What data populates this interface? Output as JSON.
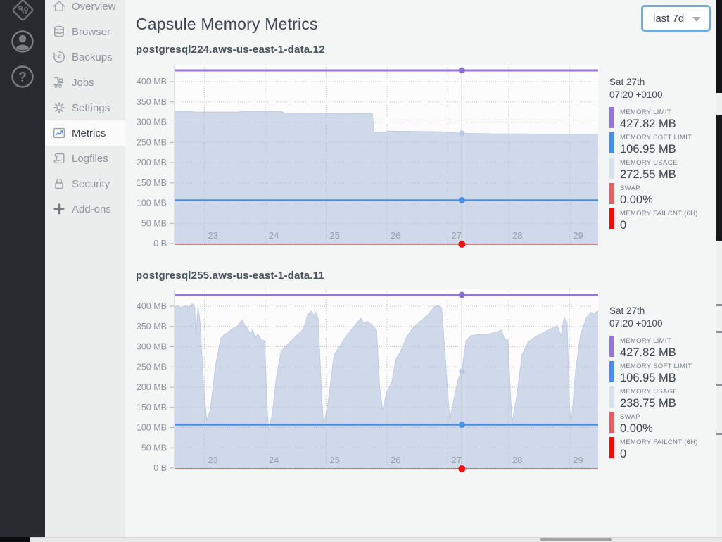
{
  "colors": {
    "rail_bg": "#272b30",
    "sidebar_bg": "#ebedec",
    "sidebar_active_bg": "#fbfbfb",
    "content_bg": "#f4f6f5",
    "limit_purple": "#9579d2",
    "soft_limit_blue": "#4a90e2",
    "usage_fill": "#cfd9ea",
    "swap_red": "#d96262",
    "failcnt_red": "#f20d0d",
    "dropdown_border": "#72add8"
  },
  "rail": {
    "icons": [
      {
        "name": "logo"
      },
      {
        "name": "account"
      },
      {
        "name": "help"
      }
    ]
  },
  "sidebar": {
    "items": [
      {
        "label": "Overview",
        "icon": "home",
        "active": false
      },
      {
        "label": "Browser",
        "icon": "database",
        "active": false
      },
      {
        "label": "Backups",
        "icon": "history",
        "active": false
      },
      {
        "label": "Jobs",
        "icon": "forklift",
        "active": false
      },
      {
        "label": "Settings",
        "icon": "gear",
        "active": false
      },
      {
        "label": "Metrics",
        "icon": "line-chart",
        "active": true
      },
      {
        "label": "Logfiles",
        "icon": "scroll",
        "active": false
      },
      {
        "label": "Security",
        "icon": "lock",
        "active": false
      },
      {
        "label": "Add-ons",
        "icon": "plus",
        "active": false
      }
    ]
  },
  "header": {
    "title": "Capsule Memory Metrics"
  },
  "time_range_select": {
    "value": "last 7d"
  },
  "tooltip": {
    "date": "Sat 27th",
    "time": "07:20 +0100"
  },
  "charts": [
    {
      "title": "postgresql224.aws-us-east-1-data.12",
      "legend": [
        {
          "label": "MEMORY LIMIT",
          "value": "427.82 MB",
          "color": "#9579d2"
        },
        {
          "label": "MEMORY SOFT LIMIT",
          "value": "106.95 MB",
          "color": "#4a90e2"
        },
        {
          "label": "MEMORY USAGE",
          "value": "272.55 MB",
          "color": "#d9e1ef"
        },
        {
          "label": "SWAP",
          "value": "0.00%",
          "color": "#d96262"
        },
        {
          "label": "MEMORY FAILCNT (6H)",
          "value": "0",
          "color": "#f20d0d"
        }
      ]
    },
    {
      "title": "postgresql255.aws-us-east-1-data.11",
      "legend": [
        {
          "label": "MEMORY LIMIT",
          "value": "427.82 MB",
          "color": "#9579d2"
        },
        {
          "label": "MEMORY SOFT LIMIT",
          "value": "106.95 MB",
          "color": "#4a90e2"
        },
        {
          "label": "MEMORY USAGE",
          "value": "238.75 MB",
          "color": "#d9e1ef"
        },
        {
          "label": "SWAP",
          "value": "0.00%",
          "color": "#d96262"
        },
        {
          "label": "MEMORY FAILCNT (6H)",
          "value": "0",
          "color": "#f20d0d"
        }
      ]
    }
  ],
  "chart_data": [
    {
      "type": "area",
      "title": "postgresql224.aws-us-east-1-data.12",
      "x_range": [
        22.51,
        29.47
      ],
      "x_ticks": [
        23,
        24,
        25,
        26,
        27,
        28,
        29
      ],
      "y_tick_values": [
        0,
        50,
        100,
        150,
        200,
        250,
        300,
        350,
        400
      ],
      "y_tick_labels": [
        "0 B",
        "50 MB",
        "100 MB",
        "150 MB",
        "200 MB",
        "250 MB",
        "300 MB",
        "350 MB",
        "400 MB"
      ],
      "ylim": [
        0,
        445
      ],
      "lines": {
        "memory_limit": 427.82,
        "memory_soft_limit": 106.95,
        "swap": 0
      },
      "cursor": {
        "day": 27.23,
        "usage": 272.55,
        "limit": 427.82,
        "soft": 106.95,
        "swap": 0
      },
      "usage_points": [
        [
          22.51,
          327
        ],
        [
          22.8,
          327
        ],
        [
          22.83,
          325
        ],
        [
          23.55,
          325
        ],
        [
          23.58,
          326
        ],
        [
          24.28,
          326
        ],
        [
          24.32,
          322
        ],
        [
          25.05,
          322
        ],
        [
          25.4,
          321
        ],
        [
          25.76,
          321
        ],
        [
          25.79,
          275
        ],
        [
          25.98,
          275
        ],
        [
          26.02,
          278
        ],
        [
          26.55,
          277
        ],
        [
          26.9,
          276
        ],
        [
          27.1,
          274
        ],
        [
          27.23,
          272.55
        ],
        [
          27.45,
          272
        ],
        [
          27.8,
          271
        ],
        [
          28.3,
          271
        ],
        [
          28.35,
          270
        ],
        [
          29.47,
          270
        ]
      ]
    },
    {
      "type": "area",
      "title": "postgresql255.aws-us-east-1-data.11",
      "x_range": [
        22.51,
        29.47
      ],
      "x_ticks": [
        23,
        24,
        25,
        26,
        27,
        28,
        29
      ],
      "y_tick_values": [
        0,
        50,
        100,
        150,
        200,
        250,
        300,
        350,
        400
      ],
      "y_tick_labels": [
        "0 B",
        "50 MB",
        "100 MB",
        "150 MB",
        "200 MB",
        "250 MB",
        "300 MB",
        "350 MB",
        "400 MB"
      ],
      "ylim": [
        0,
        445
      ],
      "lines": {
        "memory_limit": 427.82,
        "memory_soft_limit": 106.95,
        "swap": 0
      },
      "cursor": {
        "day": 27.23,
        "usage": 238.75,
        "limit": 427.82,
        "soft": 106.95,
        "swap": 0
      },
      "usage_points": [
        [
          22.51,
          398
        ],
        [
          22.56,
          402
        ],
        [
          22.62,
          396
        ],
        [
          22.68,
          401
        ],
        [
          22.74,
          398
        ],
        [
          22.8,
          406
        ],
        [
          22.84,
          399
        ],
        [
          22.865,
          332
        ],
        [
          22.895,
          398
        ],
        [
          22.93,
          360
        ],
        [
          22.99,
          200
        ],
        [
          23.04,
          118
        ],
        [
          23.1,
          145
        ],
        [
          23.18,
          250
        ],
        [
          23.27,
          320
        ],
        [
          23.33,
          330
        ],
        [
          23.4,
          336
        ],
        [
          23.47,
          345
        ],
        [
          23.55,
          352
        ],
        [
          23.62,
          366
        ],
        [
          23.67,
          351
        ],
        [
          23.71,
          346
        ],
        [
          23.75,
          332
        ],
        [
          23.79,
          342
        ],
        [
          23.84,
          323
        ],
        [
          23.88,
          331
        ],
        [
          23.93,
          318
        ],
        [
          23.99,
          314
        ],
        [
          24.03,
          150
        ],
        [
          24.06,
          91
        ],
        [
          24.12,
          140
        ],
        [
          24.18,
          220
        ],
        [
          24.26,
          288
        ],
        [
          24.33,
          300
        ],
        [
          24.44,
          316
        ],
        [
          24.54,
          331
        ],
        [
          24.63,
          344
        ],
        [
          24.7,
          380
        ],
        [
          24.76,
          388
        ],
        [
          24.8,
          376
        ],
        [
          24.83,
          385
        ],
        [
          24.87,
          370
        ],
        [
          24.93,
          170
        ],
        [
          24.96,
          106
        ],
        [
          25.03,
          160
        ],
        [
          25.13,
          279
        ],
        [
          25.24,
          305
        ],
        [
          25.35,
          330
        ],
        [
          25.46,
          350
        ],
        [
          25.57,
          370
        ],
        [
          25.62,
          358
        ],
        [
          25.68,
          363
        ],
        [
          25.76,
          352
        ],
        [
          25.83,
          340
        ],
        [
          25.88,
          200
        ],
        [
          25.93,
          143
        ],
        [
          26.0,
          190
        ],
        [
          26.08,
          212
        ],
        [
          26.15,
          270
        ],
        [
          26.22,
          287
        ],
        [
          26.32,
          322
        ],
        [
          26.42,
          345
        ],
        [
          26.55,
          362
        ],
        [
          26.68,
          380
        ],
        [
          26.78,
          398
        ],
        [
          26.84,
          402
        ],
        [
          26.9,
          396
        ],
        [
          26.97,
          250
        ],
        [
          27.03,
          120
        ],
        [
          27.1,
          170
        ],
        [
          27.17,
          220
        ],
        [
          27.23,
          238.75
        ],
        [
          27.3,
          315
        ],
        [
          27.38,
          327
        ],
        [
          27.5,
          330
        ],
        [
          27.62,
          329
        ],
        [
          27.72,
          333
        ],
        [
          27.82,
          337
        ],
        [
          27.88,
          341
        ],
        [
          27.93,
          320
        ],
        [
          27.99,
          315
        ],
        [
          28.03,
          180
        ],
        [
          28.06,
          115
        ],
        [
          28.13,
          175
        ],
        [
          28.22,
          280
        ],
        [
          28.32,
          312
        ],
        [
          28.45,
          325
        ],
        [
          28.58,
          336
        ],
        [
          28.7,
          345
        ],
        [
          28.8,
          352
        ],
        [
          28.86,
          326
        ],
        [
          28.91,
          372
        ],
        [
          28.96,
          360
        ],
        [
          29.0,
          150
        ],
        [
          29.03,
          113
        ],
        [
          29.1,
          240
        ],
        [
          29.18,
          330
        ],
        [
          29.28,
          372
        ],
        [
          29.35,
          385
        ],
        [
          29.4,
          380
        ],
        [
          29.47,
          390
        ]
      ]
    }
  ]
}
